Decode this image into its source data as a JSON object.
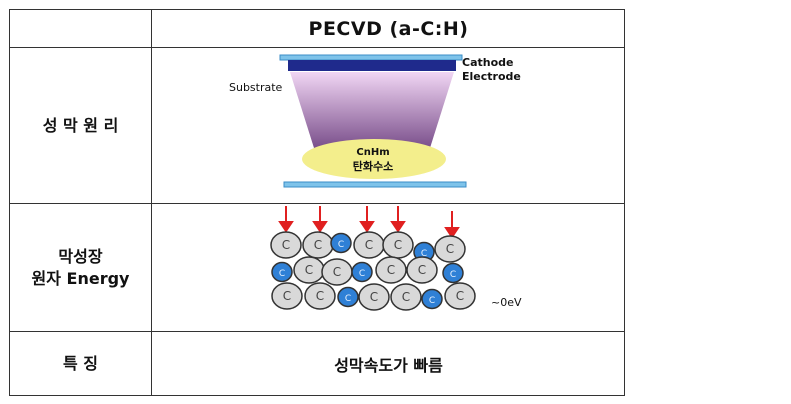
{
  "table": {
    "header": {
      "title": "PECVD (a-C:H)"
    },
    "rows": [
      {
        "label": "성 막 원 리"
      },
      {
        "label_line1": "막성장",
        "label_line2": "원자 Energy"
      },
      {
        "label": "특 징",
        "value": "성막속도가 빠름"
      }
    ]
  },
  "diagram_principle": {
    "cathode_label_line1": "Cathode",
    "cathode_label_line2": "Electrode",
    "substrate_label": "Substrate",
    "source_label_line1": "CnHm",
    "source_label_line2": "탄화수소",
    "colors": {
      "electrode": "#1f2a8c",
      "plate": "#7ec3ea",
      "plasma_top": "#e9c6ee",
      "plasma_bottom": "#7d4e8c",
      "source": "#f3ee8c"
    }
  },
  "diagram_energy": {
    "atom_label": "C",
    "energy_label": "~0eV",
    "colors": {
      "atom": "#d9d9d9",
      "bond": "#2f80d6",
      "arrow": "#e02020"
    }
  }
}
